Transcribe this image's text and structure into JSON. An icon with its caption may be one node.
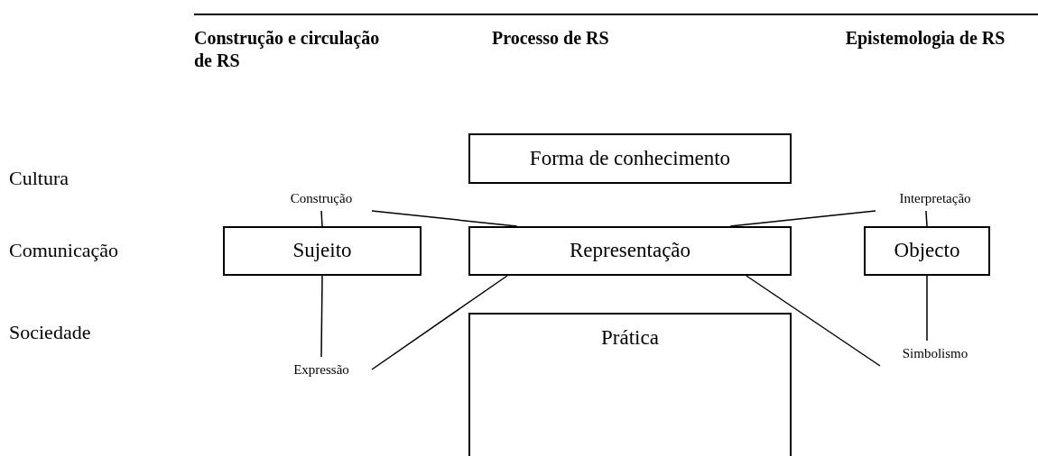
{
  "diagram": {
    "nodes": [
      {
        "text": [
          "Forma de conhecimento"
        ]
      },
      {
        "text": [
          "Construção"
        ]
      },
      {
        "text": [
          "Interpretação"
        ]
      },
      {
        "text": [
          "Sujeito"
        ]
      },
      {
        "text": [
          "Representação"
        ]
      },
      {
        "text": [
          "Objecto"
        ]
      },
      {
        "text": [
          "Expressão"
        ]
      },
      {
        "text": [
          "Simbolismo"
        ]
      },
      {
        "text": [
          "Prática"
        ]
      }
    ],
    "edges": [
      {
        "from": 1,
        "to": 3,
        "arrow": "none"
      },
      {
        "from": 1,
        "to": 4,
        "arrow": "none"
      },
      {
        "from": 2,
        "to": 5,
        "arrow": "none"
      },
      {
        "from": 2,
        "to": 4,
        "arrow": "none"
      },
      {
        "from": 3,
        "to": 6,
        "arrow": "none"
      },
      {
        "from": 4,
        "to": 6,
        "arrow": "none"
      },
      {
        "from": 5,
        "to": 7,
        "arrow": "none"
      },
      {
        "from": 4,
        "to": 7,
        "arrow": "none"
      }
    ],
    "labels": [
      "Construção e circulação de RS",
      "Processo de RS",
      "Epistemologia de RS",
      "Cultura",
      "Comunicação",
      "Sociedade"
    ]
  }
}
